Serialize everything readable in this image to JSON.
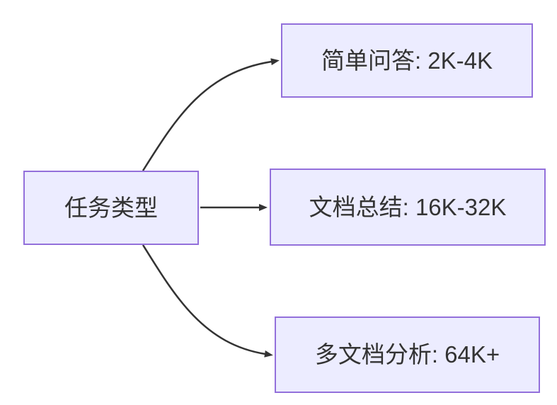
{
  "diagram": {
    "type": "flowchart",
    "direction": "left-to-right",
    "root": {
      "id": "task-type",
      "label": "任务类型"
    },
    "nodes": [
      {
        "id": "simple-qa",
        "label": "简单问答: 2K-4K"
      },
      {
        "id": "doc-summary",
        "label": "文档总结: 16K-32K"
      },
      {
        "id": "multi-doc",
        "label": "多文档分析: 64K+"
      }
    ],
    "edges": [
      {
        "from": "任务类型",
        "to": "简单问答: 2K-4K"
      },
      {
        "from": "任务类型",
        "to": "文档总结: 16K-32K"
      },
      {
        "from": "任务类型",
        "to": "多文档分析: 64K+"
      }
    ],
    "colors": {
      "node_fill": "#ECECFF",
      "node_border": "#9370DB",
      "edge": "#333333",
      "text": "#333333",
      "background": "#FFFFFF"
    }
  }
}
